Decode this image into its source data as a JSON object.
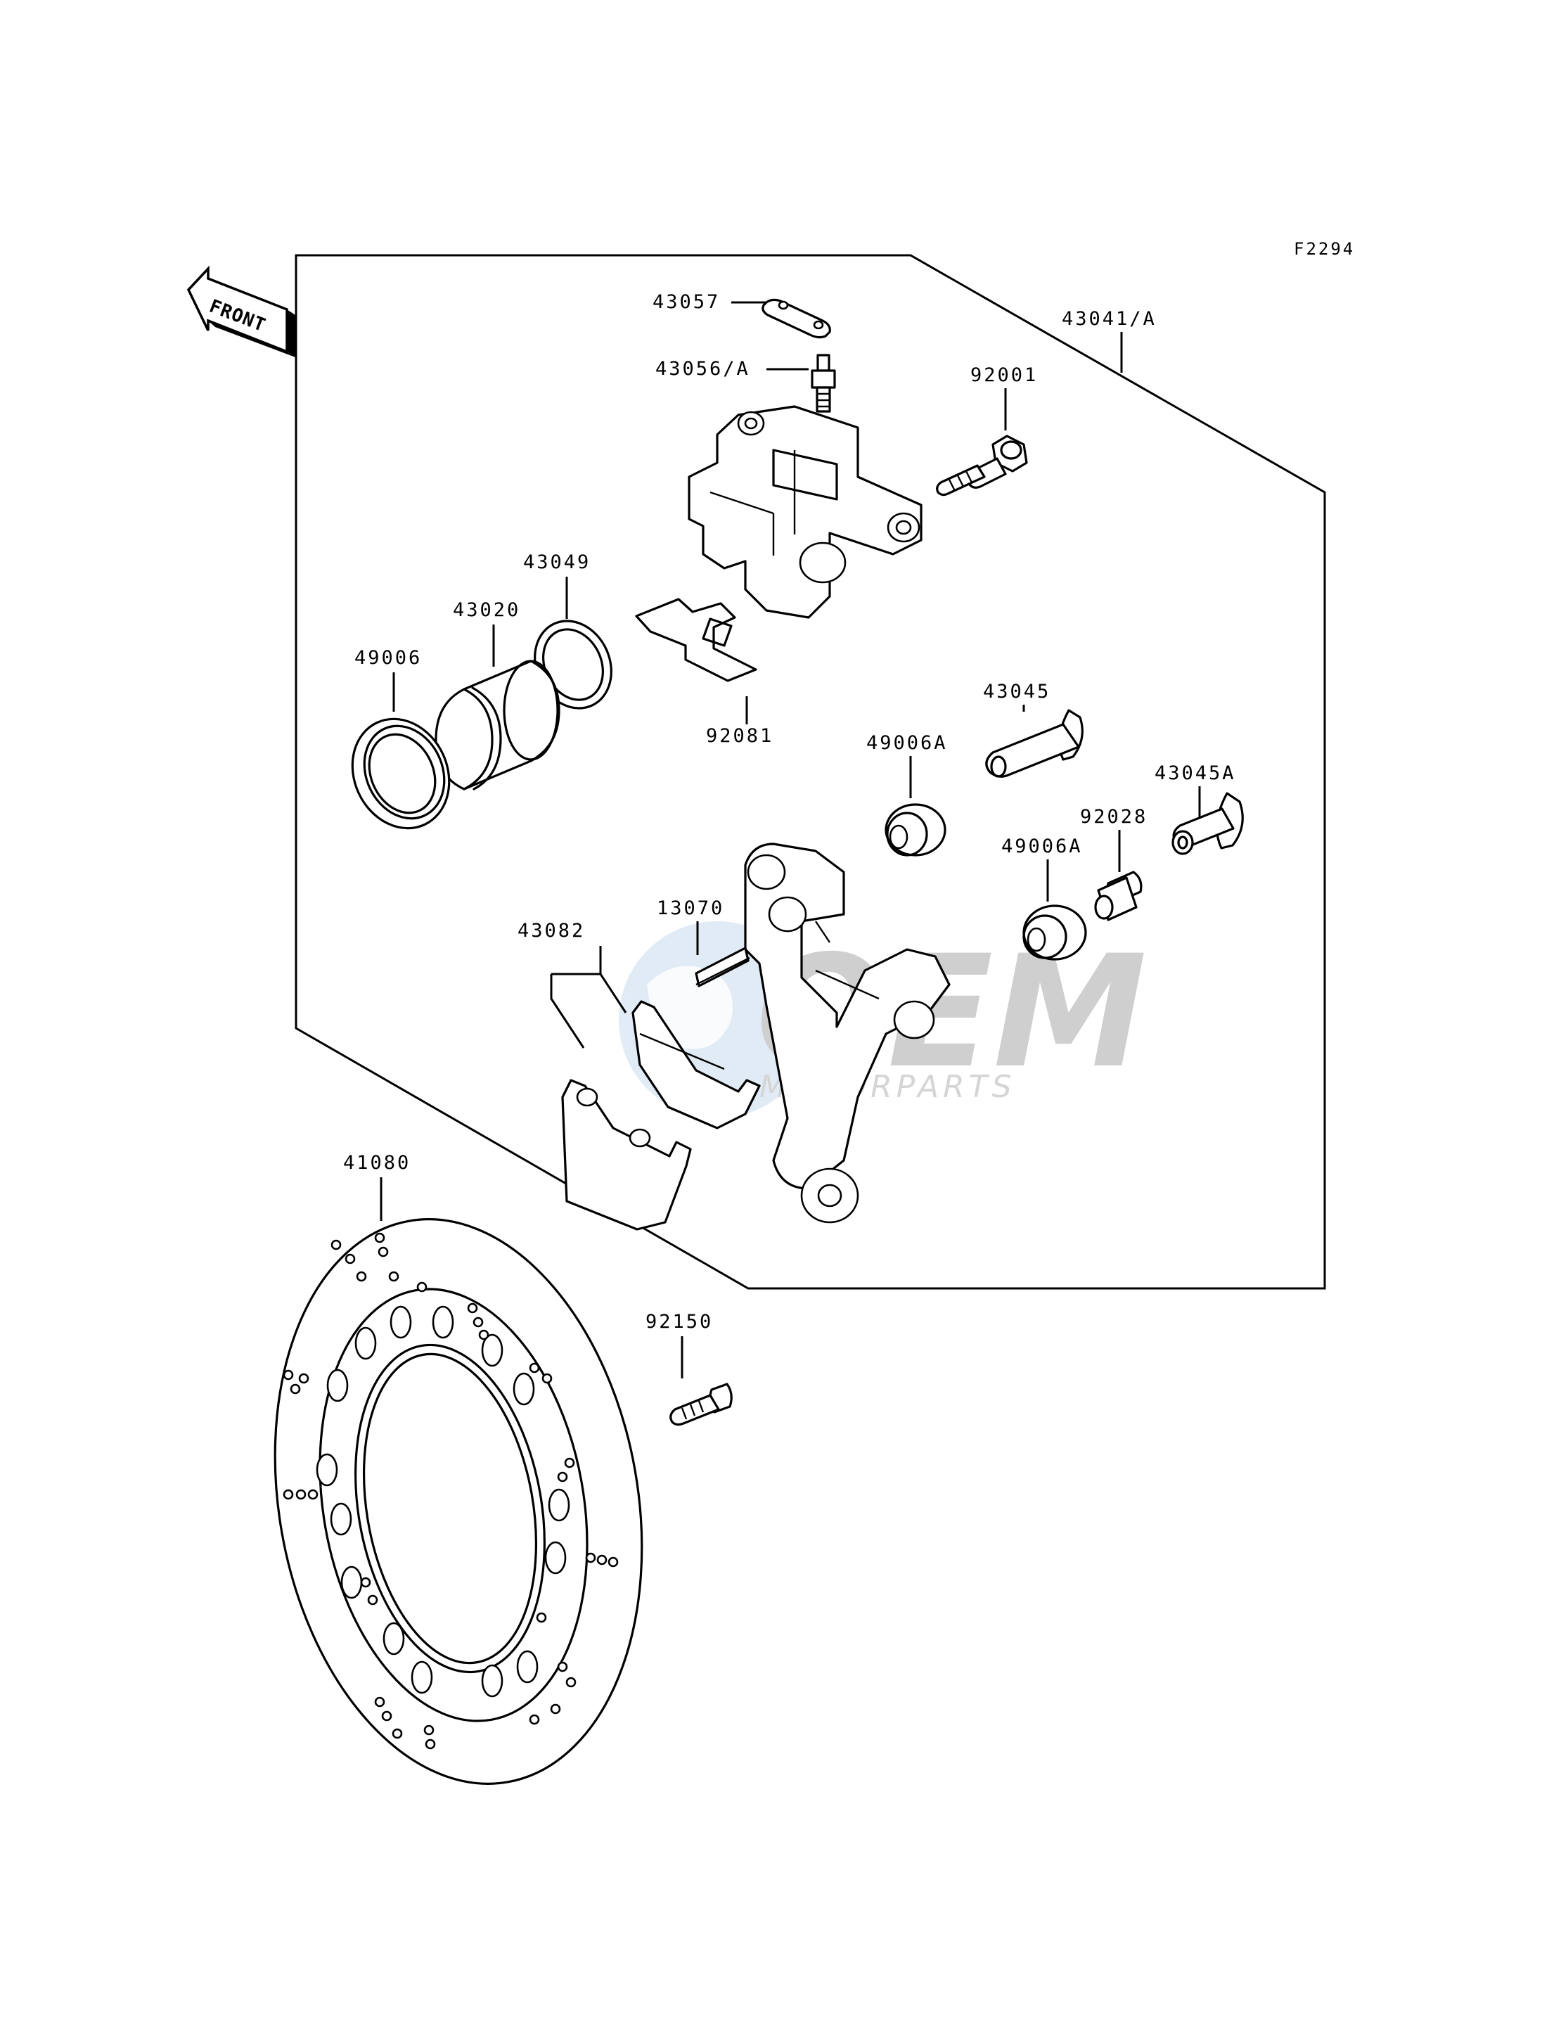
{
  "figure_code": "F2294",
  "front_label": "FRONT",
  "watermark": {
    "brand": "OEM",
    "sub": "MOTORPARTS"
  },
  "parts": {
    "p43057": "43057",
    "p43056A": "43056/A",
    "p43041A": "43041/A",
    "p92001": "92001",
    "p43049": "43049",
    "p43020": "43020",
    "p49006": "49006",
    "p92081": "92081",
    "p43045": "43045",
    "p49006A_1": "49006A",
    "p43045A": "43045A",
    "p92028": "92028",
    "p49006A_2": "49006A",
    "p13070": "13070",
    "p43082": "43082",
    "p41080": "41080",
    "p92150": "92150"
  }
}
